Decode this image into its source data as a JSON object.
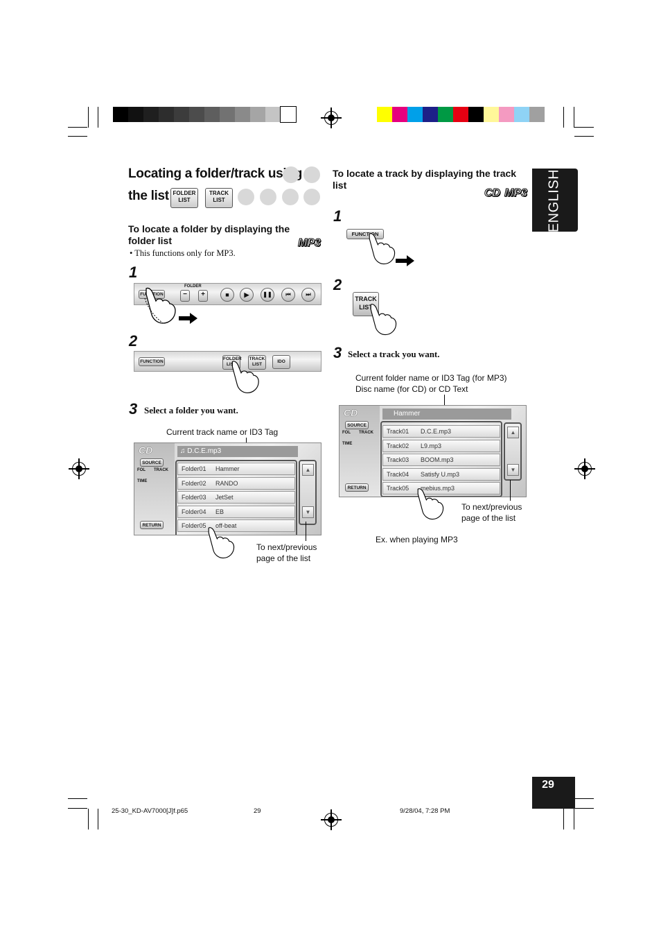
{
  "color_bar_left": [
    "#000000",
    "#111111",
    "#1f1f1f",
    "#2d2d2d",
    "#3c3c3c",
    "#4c4c4c",
    "#5e5e5e",
    "#727272",
    "#8a8a8a",
    "#a5a5a5",
    "#c4c4c4",
    "#ffffff"
  ],
  "color_bar_right": [
    "#ffff00",
    "#e6007e",
    "#00a0e9",
    "#1d2088",
    "#009944",
    "#e60012",
    "#000000",
    "#fff799",
    "#f49ac1",
    "#8fd3f5",
    "#a0a0a0"
  ],
  "side_tab": "ENGLISH",
  "title": {
    "line1": "Locating a folder/track using",
    "line2": "the list"
  },
  "title_chips": {
    "folder": "FOLDER LIST",
    "track": "TRACK LIST"
  },
  "left": {
    "subhead": "To locate a folder by displaying the folder list",
    "note": "• This functions only for MP3.",
    "badge": "MP3",
    "step1": "1",
    "step2": "2",
    "step3": "3",
    "step3_text": "Select a folder you want.",
    "callout_top": "Current track name or ID3 Tag",
    "callout_bottom_1": "To next/previous",
    "callout_bottom_2": "page of the list",
    "bar1": {
      "function": "FUNCTION",
      "folder": "FOLDER",
      "minus": "−",
      "plus": "+"
    },
    "bar2": {
      "function": "FUNCTION",
      "folder_list": "FOLDER LIST",
      "track_list": "TRACK LIST",
      "ido": "IDO"
    },
    "screen": {
      "header": "♫ D.C.E.mp3",
      "source": "SOURCE",
      "return": "RETURN",
      "fol": "FOL",
      "track": "TRACK",
      "time": "TIME",
      "rows": [
        {
          "id": "Folder01",
          "name": "Hammer"
        },
        {
          "id": "Folder02",
          "name": "RANDO"
        },
        {
          "id": "Folder03",
          "name": "JetSet"
        },
        {
          "id": "Folder04",
          "name": "EB"
        },
        {
          "id": "Folder05",
          "name": "off-beat"
        }
      ]
    }
  },
  "right": {
    "subhead": "To locate a track by displaying the track list",
    "badge_cd": "CD",
    "badge_mp3": "MP3",
    "step1": "1",
    "step2": "2",
    "step3": "3",
    "step3_text": "Select a track you want.",
    "function": "FUNCTION",
    "track_list": "TRACK LIST",
    "callout_top_1": "Current folder name or ID3 Tag (for MP3)",
    "callout_top_2": "Disc name (for CD) or CD Text",
    "callout_bottom_1": "To next/previous",
    "callout_bottom_2": "page of the list",
    "example": "Ex. when playing MP3",
    "screen": {
      "header": "Hammer",
      "source": "SOURCE",
      "return": "RETURN",
      "fol": "FOL",
      "track": "TRACK",
      "time": "TIME",
      "rows": [
        {
          "id": "Track01",
          "name": "D.C.E.mp3"
        },
        {
          "id": "Track02",
          "name": "L9.mp3"
        },
        {
          "id": "Track03",
          "name": "BOOM.mp3"
        },
        {
          "id": "Track04",
          "name": "Satisfy U.mp3"
        },
        {
          "id": "Track05",
          "name": "mebius.mp3"
        }
      ]
    }
  },
  "page_number": "29",
  "footer": {
    "file": "25-30_KD-AV7000[J]f.p65",
    "page": "29",
    "date": "9/28/04, 7:28 PM"
  }
}
